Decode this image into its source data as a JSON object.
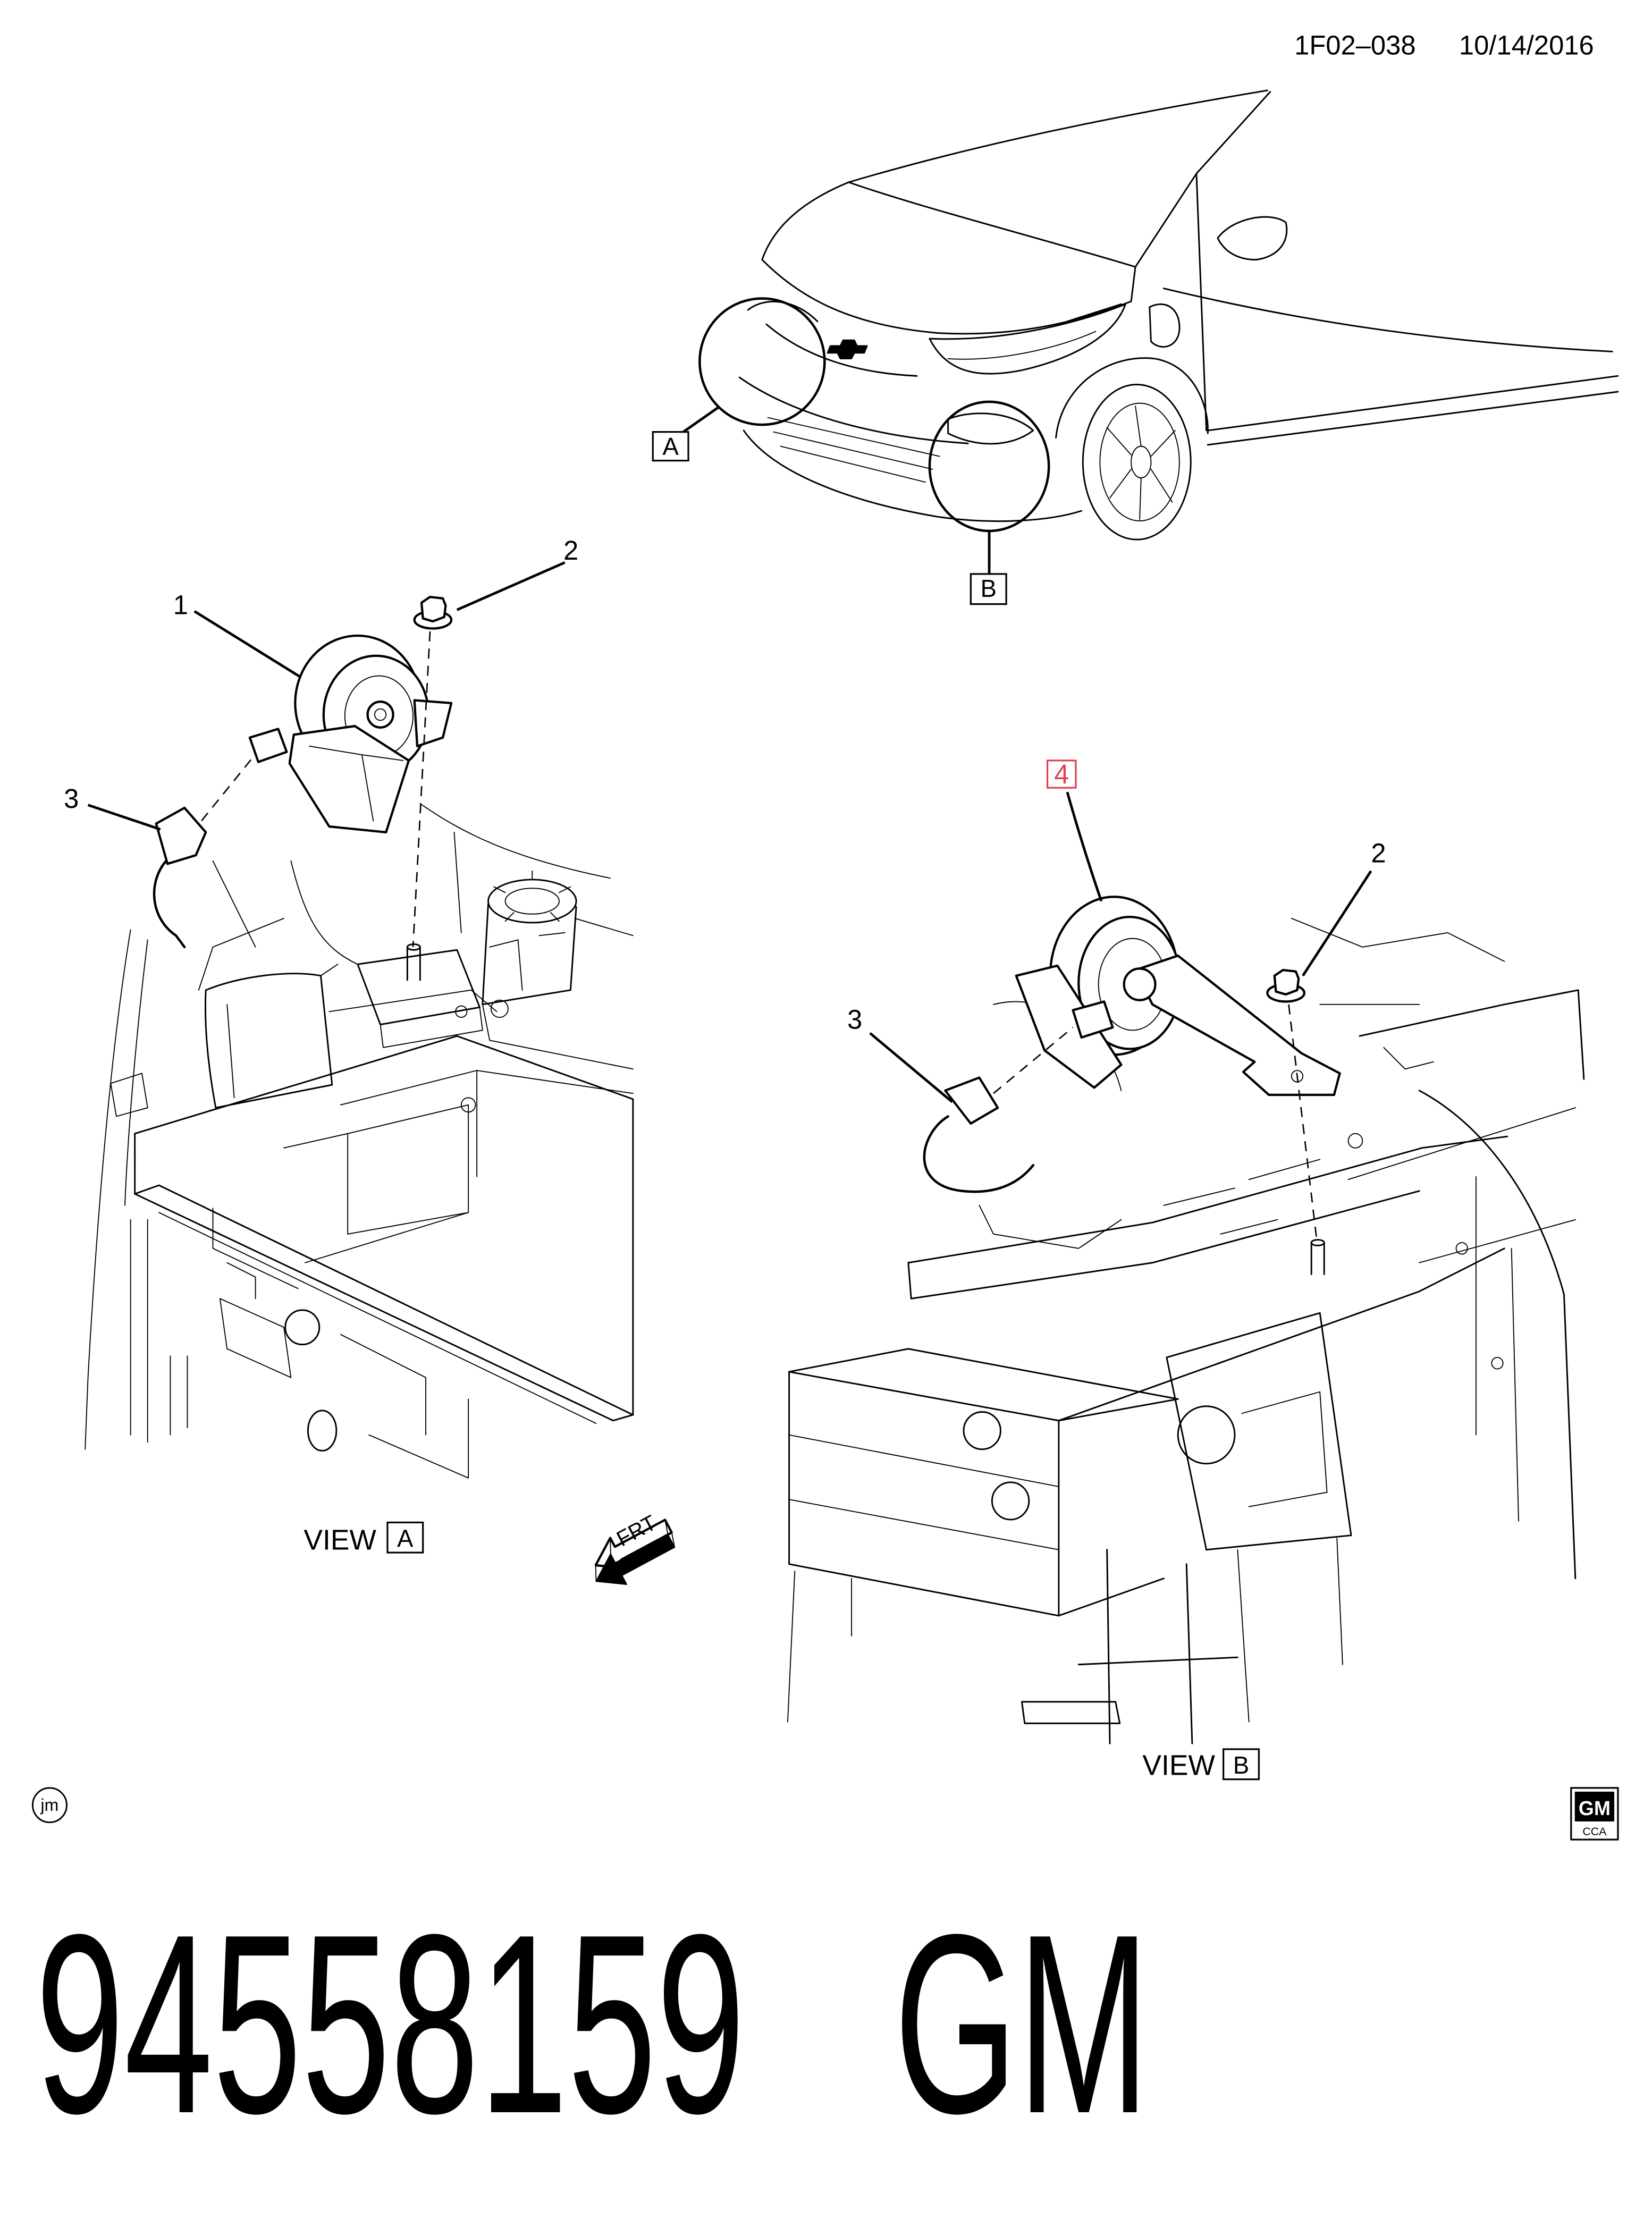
{
  "header": {
    "drawing_code": "1F02–038",
    "date": "10/14/2016"
  },
  "overview": {
    "detail_a_marker": "A",
    "detail_b_marker": "B"
  },
  "view_a": {
    "label": "VIEW",
    "marker": "A",
    "callouts": {
      "horn": "1",
      "nut": "2",
      "connector": "3"
    }
  },
  "view_b": {
    "label": "VIEW",
    "marker": "B",
    "callouts": {
      "horn_assembly": "4",
      "nut": "2",
      "connector": "3"
    }
  },
  "direction_arrow": {
    "label": "FRT",
    "icon": "front-direction-arrow-icon"
  },
  "illustrator_mark": "jm",
  "logo": {
    "brand": "GM",
    "subtext": "CCA",
    "icon": "gm-logo-icon"
  },
  "part": {
    "number": "94558159",
    "brand": "GM"
  },
  "colors": {
    "line": "#000000",
    "highlight": "#e0414f",
    "background": "#ffffff"
  }
}
